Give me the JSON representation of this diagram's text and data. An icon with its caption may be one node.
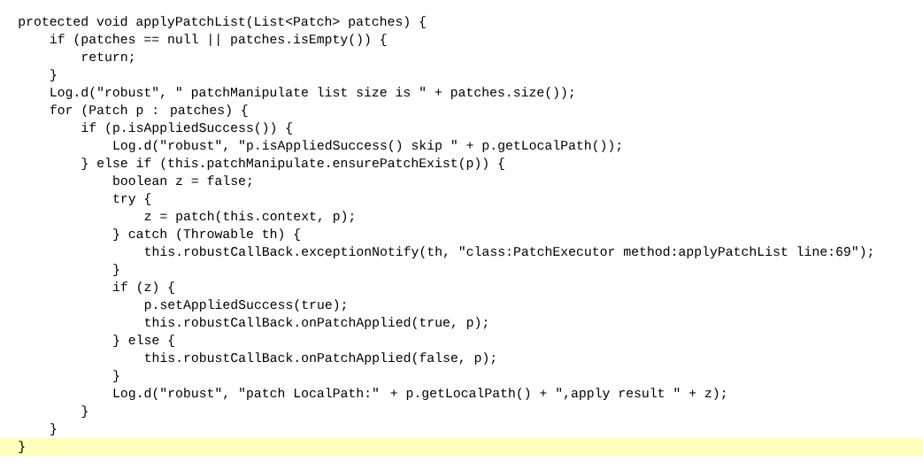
{
  "diagram": {
    "labels": [
      "protected void applyPatchList(List<Patch> patches) {",
      "if (patches == null || patches.isEmpty()) {",
      "return;",
      "}",
      "Log.d(\"robust\", \" patchManipulate list size is \" + patches.size());",
      "for (Patch p : patches) {",
      "if (p.isAppliedSuccess()) {",
      "Log.d(\"robust\", \"p.isAppliedSuccess() skip \" + p.getLocalPath());",
      "} else if (this.patchManipulate.ensurePatchExist(p)) {",
      "boolean z = false;",
      "try {",
      "z = patch(this.context, p);",
      "} catch (Throwable th) {",
      "this.robustCallBack.exceptionNotify(th, \"class:PatchExecutor method:applyPatchList line:69\");",
      "}",
      "if (z) {",
      "p.setAppliedSuccess(true);",
      "this.robustCallBack.onPatchApplied(true, p);",
      "} else {",
      "this.robustCallBack.onPatchApplied(false, p);",
      "}",
      "Log.d(\"robust\", \"patch LocalPath:\" + p.getLocalPath() + \",apply result \" + z);",
      "}",
      "}",
      "}"
    ]
  }
}
